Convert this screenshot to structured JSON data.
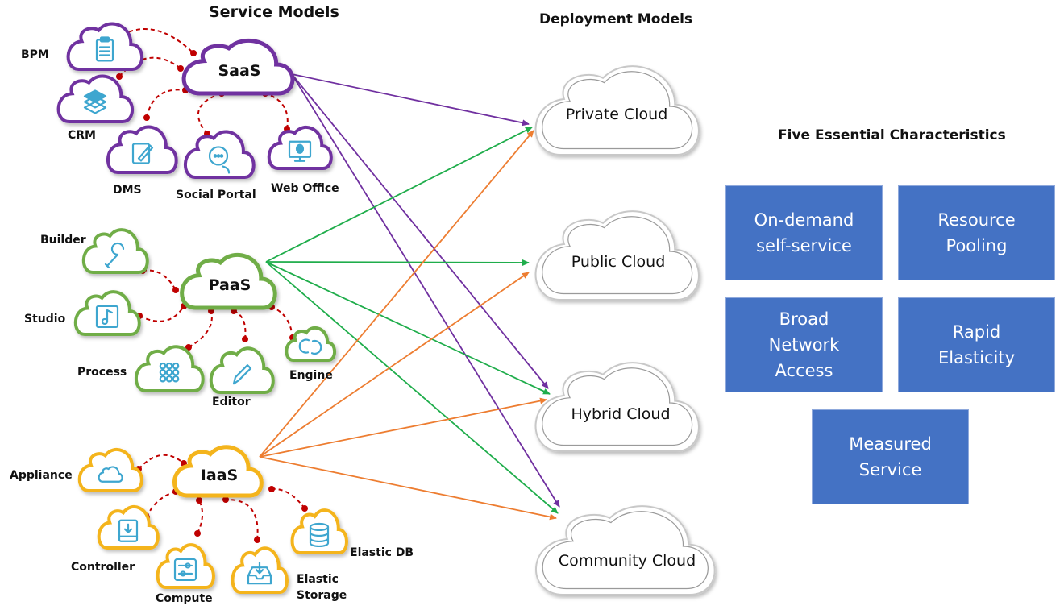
{
  "headings": {
    "service_models": "Service  Models",
    "deployment_models": "Deployment Models",
    "characteristics": "Five Essential Characteristics"
  },
  "colors": {
    "saas": "#7030a0",
    "paas": "#70ad47",
    "paas_arrow": "#1fad4b",
    "iaas": "#f4b41a",
    "iaas_arrow": "#ed7d31",
    "connector": "#c00000",
    "icon": "#3ea6cf",
    "characteristic_box": "#4472c4"
  },
  "service_models": [
    {
      "id": "saas",
      "label": "SaaS",
      "children": [
        {
          "label": "BPM",
          "icon": "clipboard-icon"
        },
        {
          "label": "CRM",
          "icon": "layers-icon"
        },
        {
          "label": "DMS",
          "icon": "edit-document-icon"
        },
        {
          "label": "Social Portal",
          "icon": "chat-bubbles-icon"
        },
        {
          "label": "Web Office",
          "icon": "monitor-icon"
        }
      ]
    },
    {
      "id": "paas",
      "label": "PaaS",
      "children": [
        {
          "label": "Builder",
          "icon": "wrench-icon"
        },
        {
          "label": "Studio",
          "icon": "music-note-icon"
        },
        {
          "label": "Process",
          "icon": "grid-dots-icon"
        },
        {
          "label": "Editor",
          "icon": "pencil-icon"
        },
        {
          "label": "Engine",
          "icon": "sync-icon"
        }
      ]
    },
    {
      "id": "iaas",
      "label": "IaaS",
      "children": [
        {
          "label": "Appliance",
          "icon": "cloud-icon"
        },
        {
          "label": "Controller",
          "icon": "download-box-icon"
        },
        {
          "label": "Compute",
          "icon": "sliders-icon"
        },
        {
          "label": "Elastic Storage",
          "icon": "inbox-download-icon"
        },
        {
          "label": "Elastic DB",
          "icon": "database-icon"
        }
      ]
    }
  ],
  "deployment_models": [
    {
      "id": "private",
      "label": "Private Cloud"
    },
    {
      "id": "public",
      "label": "Public Cloud"
    },
    {
      "id": "hybrid",
      "label": "Hybrid Cloud"
    },
    {
      "id": "community",
      "label": "Community Cloud"
    }
  ],
  "connections": [
    {
      "from": "saas",
      "to": [
        "private",
        "hybrid",
        "community"
      ]
    },
    {
      "from": "paas",
      "to": [
        "private",
        "public",
        "hybrid",
        "community"
      ]
    },
    {
      "from": "iaas",
      "to": [
        "private",
        "public",
        "hybrid",
        "community"
      ]
    }
  ],
  "characteristics": [
    {
      "label": "On-demand\nself-service"
    },
    {
      "label": "Resource\nPooling"
    },
    {
      "label": "Broad\nNetwork\nAccess"
    },
    {
      "label": "Rapid\nElasticity"
    },
    {
      "label": "Measured\nService"
    }
  ]
}
